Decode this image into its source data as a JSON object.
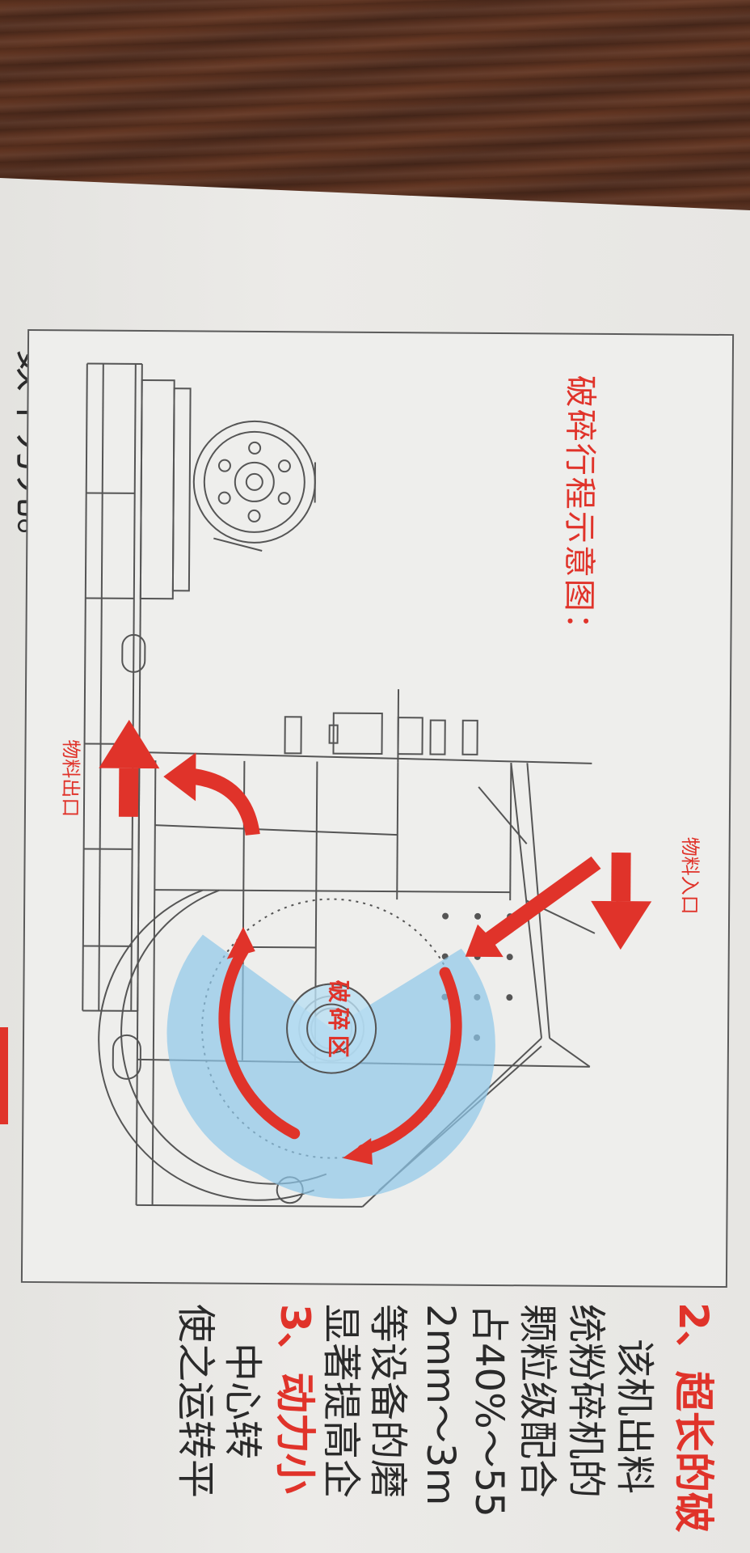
{
  "top_text": "数千万元。",
  "diagram": {
    "title": "破碎行程示意图：",
    "inlet_label": "物料入口",
    "outlet_label": "物料出口",
    "zone_label": "破碎区"
  },
  "section2": {
    "heading": "2、超长的破",
    "lines": [
      "该机出料",
      "统粉碎机的",
      "颗粒级配合",
      "占40%～55",
      "2mm～3m",
      "等设备的磨",
      "显著提高企"
    ]
  },
  "section3": {
    "heading": "3、动力小",
    "lines": [
      "中心转",
      "使之运转平"
    ]
  },
  "colors": {
    "accent_red": "#e0332a",
    "zone_blue": "#8fc8ea",
    "line_gray": "#555555"
  }
}
